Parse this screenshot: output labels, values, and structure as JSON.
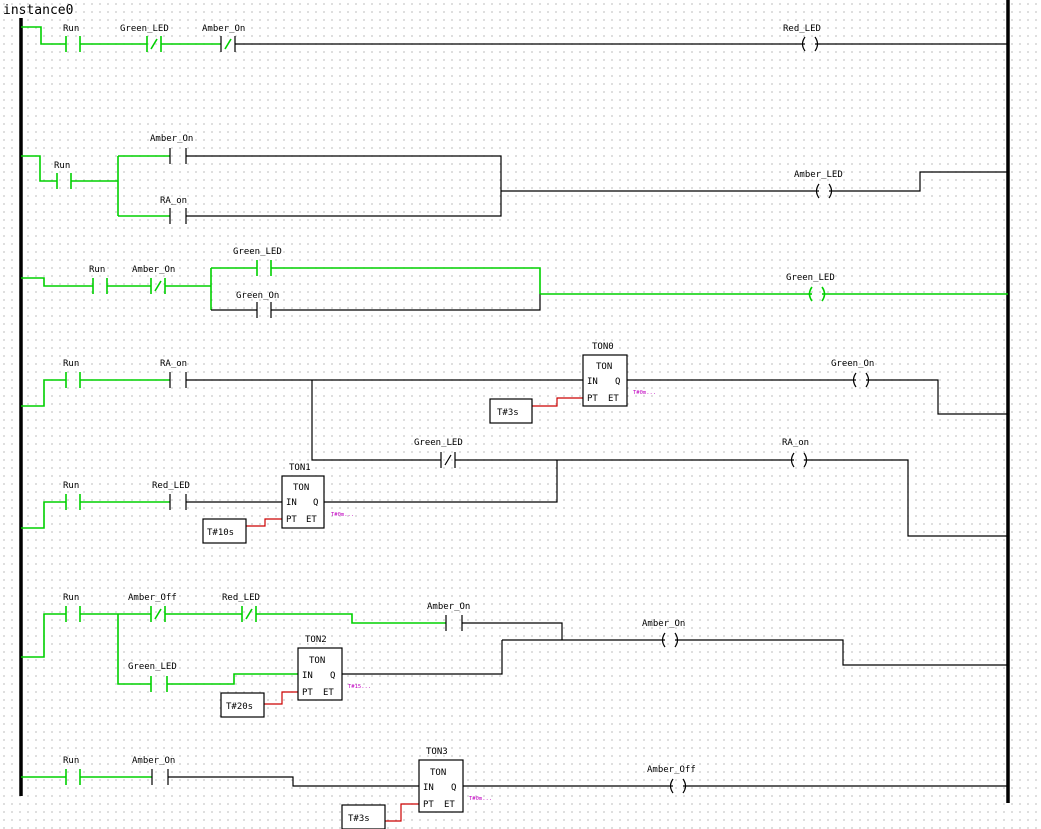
{
  "title": "instance0",
  "labels": {
    "r1_run": "Run",
    "r1_green_led": "Green_LED",
    "r1_amber_on": "Amber_On",
    "r1_coil": "Red_LED",
    "r2_amber_on": "Amber_On",
    "r2_run": "Run",
    "r2_ra_on": "RA_on",
    "r2_coil": "Amber_LED",
    "r3_green_led": "Green_LED",
    "r3_run": "Run",
    "r3_amber_on": "Amber_On",
    "r3_green_on": "Green_On",
    "r3_coil": "Green_LED",
    "r4_run": "Run",
    "r4_ra_on": "RA_on",
    "r4_coil": "Green_On",
    "r5_green_led": "Green_LED",
    "r5_coil": "RA_on",
    "r5_run": "Run",
    "r5_red_led": "Red_LED",
    "r6_run": "Run",
    "r6_amber_off": "Amber_Off",
    "r6_red_led": "Red_LED",
    "r6_amber_on": "Amber_On",
    "r6_coil": "Amber_On",
    "r6_green_led": "Green_LED",
    "r7_run": "Run",
    "r7_amber_on": "Amber_On",
    "r7_coil": "Amber_Off"
  },
  "timers": {
    "ton0": {
      "instance": "TON0",
      "type": "TON",
      "in": "IN",
      "q": "Q",
      "pt": "PT",
      "et": "ET",
      "preset": "T#3s",
      "elapsed": "T#0m..."
    },
    "ton1": {
      "instance": "TON1",
      "type": "TON",
      "in": "IN",
      "q": "Q",
      "pt": "PT",
      "et": "ET",
      "preset": "T#10s",
      "elapsed": "T#0m..."
    },
    "ton2": {
      "instance": "TON2",
      "type": "TON",
      "in": "IN",
      "q": "Q",
      "pt": "PT",
      "et": "ET",
      "preset": "T#20s",
      "elapsed": "T#15..."
    },
    "ton3": {
      "instance": "TON3",
      "type": "TON",
      "in": "IN",
      "q": "Q",
      "pt": "PT",
      "et": "ET",
      "preset": "T#3s",
      "elapsed": "T#0m..."
    }
  },
  "colors": {
    "energized": "#00d000",
    "de_energized": "#000000",
    "preset_wire": "#cc0000",
    "elapsed_text": "#c000c0"
  }
}
